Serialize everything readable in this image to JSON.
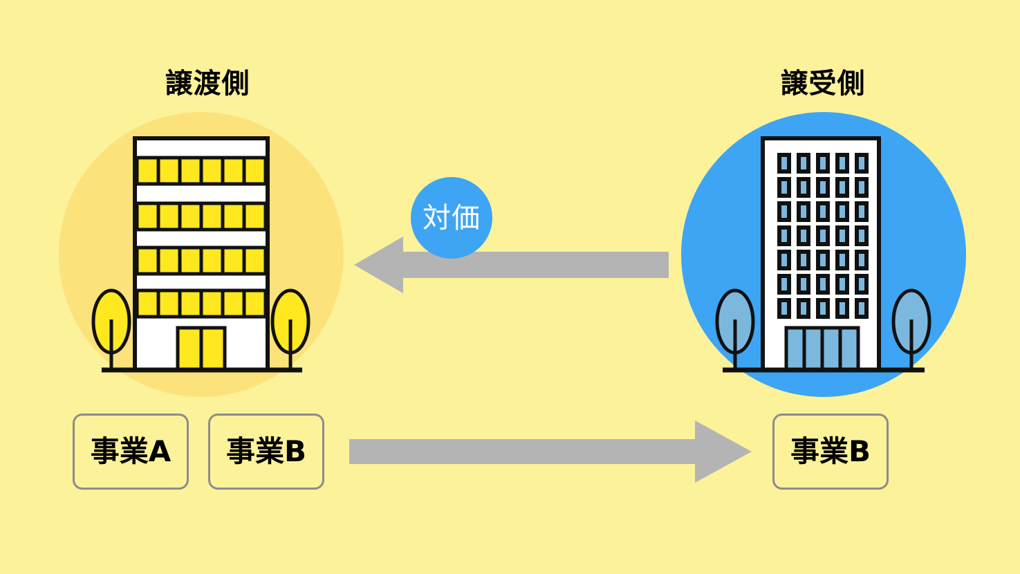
{
  "diagram": {
    "background_color": "#FCF29A",
    "title_left": "譲渡側",
    "title_right": "譲受側",
    "consideration_label": "対価",
    "business_a_label": "事業A",
    "business_b_label": "事業B",
    "business_b_transferred_label": "事業B",
    "arrow_consideration_direction": "left",
    "arrow_business_direction": "right",
    "arrow_color": "#B4B4B4",
    "badge_color": "#3DA5F4",
    "badge_text_color": "#FFFFFF",
    "left_blob_color": "#FCE27B",
    "right_blob_color": "#3DA5F4",
    "left_building": {
      "name": "transferor-building",
      "facade_color": "#FFFFFF",
      "window_color": "#FFE81F",
      "outline_color": "#111111",
      "window_bands": 4,
      "windows_per_band": 6,
      "door_panels": 2,
      "tree_color": "#FFE81F"
    },
    "right_building": {
      "name": "transferee-building",
      "facade_color": "#FFFFFF",
      "window_color": "#7CB8DE",
      "outline_color": "#111111",
      "window_rows": 7,
      "window_columns": 5,
      "entrance_panels": 4,
      "tree_color": "#7CB8DE"
    }
  }
}
